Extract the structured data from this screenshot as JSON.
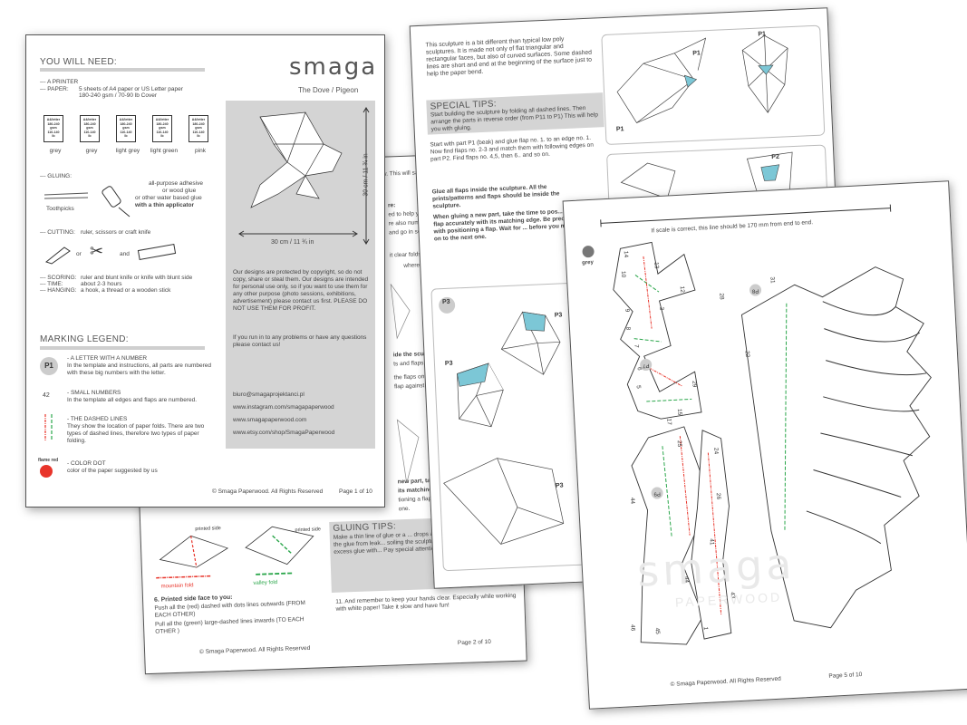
{
  "brand": {
    "logo": "smaga",
    "subtitle": "The Dove / Pigeon"
  },
  "page1": {
    "you_will_need": "YOU WILL NEED:",
    "printer": "--- A PRINTER",
    "paper_label": "--- PAPER:",
    "paper_desc_1": "5 sheets of A4 paper or US Letter paper",
    "paper_desc_2": "180-240 gsm / 70-90 lb Cover",
    "swatch_lines": [
      "A4/letter",
      "180-240",
      "gsm",
      "110-140",
      "lb"
    ],
    "swatches": [
      "grey",
      "grey",
      "light grey",
      "light green",
      "pink"
    ],
    "gluing_label": "--- GLUING:",
    "glue_1": "all-purpose adhesive",
    "glue_2": "or wood glue",
    "glue_3": "or other water based glue",
    "glue_4": "with a thin applicator",
    "toothpicks": "Toothpicks",
    "cutting_label": "--- CUTTING:",
    "cutting_desc": "ruler, scissors or craft knife",
    "or": "or",
    "and": "and",
    "scoring_label": "--- SCORING:",
    "scoring_desc": "ruler and blunt knife or knife with blunt side",
    "time_label": "--- TIME:",
    "time_desc": "about 2-3 hours",
    "hanging_label": "--- HANGING:",
    "hanging_desc": "a hook, a thread or a wooden stick",
    "dim_height": "30 cm / 11 ¾ in",
    "dim_width": "30 cm / 11 ¾ in",
    "copyright_text": "Our designs are protected by copyright, so do not copy, share or steal them. Our designs are intended for personal use only, so if you want to use them for any other purpose (photo sessions, exhibitions, advertisement) please contact us first. PLEASE DO NOT USE THEM FOR PROFIT.",
    "problems_text": "If you run in to any problems or have any questions please contact us!",
    "contact_email": "biuro@smagaprojektanci.pl",
    "contact_instagram": "www.instagram.com/smagapaperwood",
    "contact_site": "www.smagapaperwood.com",
    "contact_etsy": "www.etsy.com/shop/SmagaPaperwood",
    "marking_legend": "MARKING LEGEND:",
    "legend_p1_badge": "P1",
    "legend_p1_title": "- A LETTER WITH A NUMBER",
    "legend_p1_desc": "In the template and instructions, all parts are numbered with these big numbers with the letter.",
    "legend_42": "42",
    "legend_small_title": "- SMALL NUMBERS",
    "legend_small_desc": "In the template all edges and flaps are numbered.",
    "legend_dash_title": "- THE DASHED LINES",
    "legend_dash_desc": "They show the location of paper folds. There are two types of dashed lines, therefore two types of paper folding.",
    "legend_dot_label": "flame red",
    "legend_dot_title": "- COLOR DOT",
    "legend_dot_desc": "color of the paper suggested by us",
    "footer_left": "©  Smaga Paperwood. All Rights Reserved",
    "footer_right": "Page 1 of 10"
  },
  "page2": {
    "printed_side": "printed side",
    "mountain_fold": "mountain fold",
    "valley_fold": "valley fold",
    "step6_title": "6. Printed side face to you:",
    "step6_line1": "Push all the (red) dashed with dots lines outwards (FROM EACH OTHER)",
    "step6_line2": "Pull all the (green) large-dashed lines inwards (TO EACH OTHER )",
    "gluing_tips": "GLUING TIPS:",
    "gluing_text": "Make a thin line of glue or a ... drops all along the flap. This prevents the glue from leak... soiling the sculpture. If it h... scrape out the excess glue with... Pay special attention to the con... flap!",
    "step11": "11. And remember to keep your hands clear. Especially while working with white paper! Take it slow and have fun!",
    "peek_1": "w. This will sa",
    "peek_2": "re:",
    "peek_3": "ed to help you",
    "peek_4": "re also numbe",
    "peek_5": "and go in sec",
    "peek_6": "it clear folds.",
    "peek_7": "where the",
    "peek_8": "ide the sculpt",
    "peek_9": "ts and flaps",
    "peek_10": "the flaps on",
    "peek_11": "flap against th",
    "peek_12": "new part, take",
    "peek_13": "its matching e",
    "peek_14": "tioning a flap",
    "peek_15": "one.",
    "footer_left": "©  Smaga Paperwood. All Rights Reserved",
    "footer_right": "Page 2 of 10"
  },
  "page3": {
    "intro": "This sculpture is a bit different than typical low poly sculptures. It is made not only of flat triangular and rectangular faces, but also of curved surfaces. Some dashed lines are short and end at the beginning of the surface just to help the paper bend.",
    "special_tips": "SPECIAL TIPS:",
    "special_text": "Start building the sculpture by folding all dashed lines. Then arrange the parts in reverse order (from P11 to P1) This will help you with gluing.",
    "start_text": "Start with part P1 (beak) and glue flap no. 1. to an edge no. 1. Now find flaps no. 2-3 and match them with following edges on part P2. Find flaps no. 4,5, then 6.. and so on.",
    "glue_all": "Glue all flaps inside the sculpture. All the prints/patterns and flaps should be inside the sculpture.",
    "when_gluing": "When gluing a new part, take the time to pos... first flap accurately with its matching edge. Be precise with positioning a flap. Wait for ... before you move on to the next one.",
    "p1": "P1",
    "p2": "P2",
    "p3": "P3"
  },
  "page5": {
    "scale_note": "If scale is correct, this line  should be 170 mm from end to end.",
    "color_label": "grey",
    "part_p7": "P7",
    "part_p8": "P8",
    "part_p9": "P9",
    "numbers": [
      "14",
      "13",
      "10",
      "9",
      "8",
      "7",
      "6",
      "5",
      "12",
      "17",
      "15",
      "29",
      "28",
      "31",
      "22",
      "25",
      "24",
      "26",
      "44",
      "44",
      "41",
      "43",
      "46",
      "45",
      "1",
      "3"
    ],
    "watermark": "smaga",
    "watermark_sub": "PAPERWOOD",
    "footer_left": "©  Smaga Paperwood. All Rights Reserved",
    "footer_right": "Page 5 of 10"
  },
  "colors": {
    "flame_red": "#e8342a",
    "grey_dot": "#777777",
    "panel_grey": "#d4d4d4",
    "fold_red": "#e8342a",
    "fold_green": "#2aa64a",
    "beak_blue": "#7cc7d6"
  }
}
